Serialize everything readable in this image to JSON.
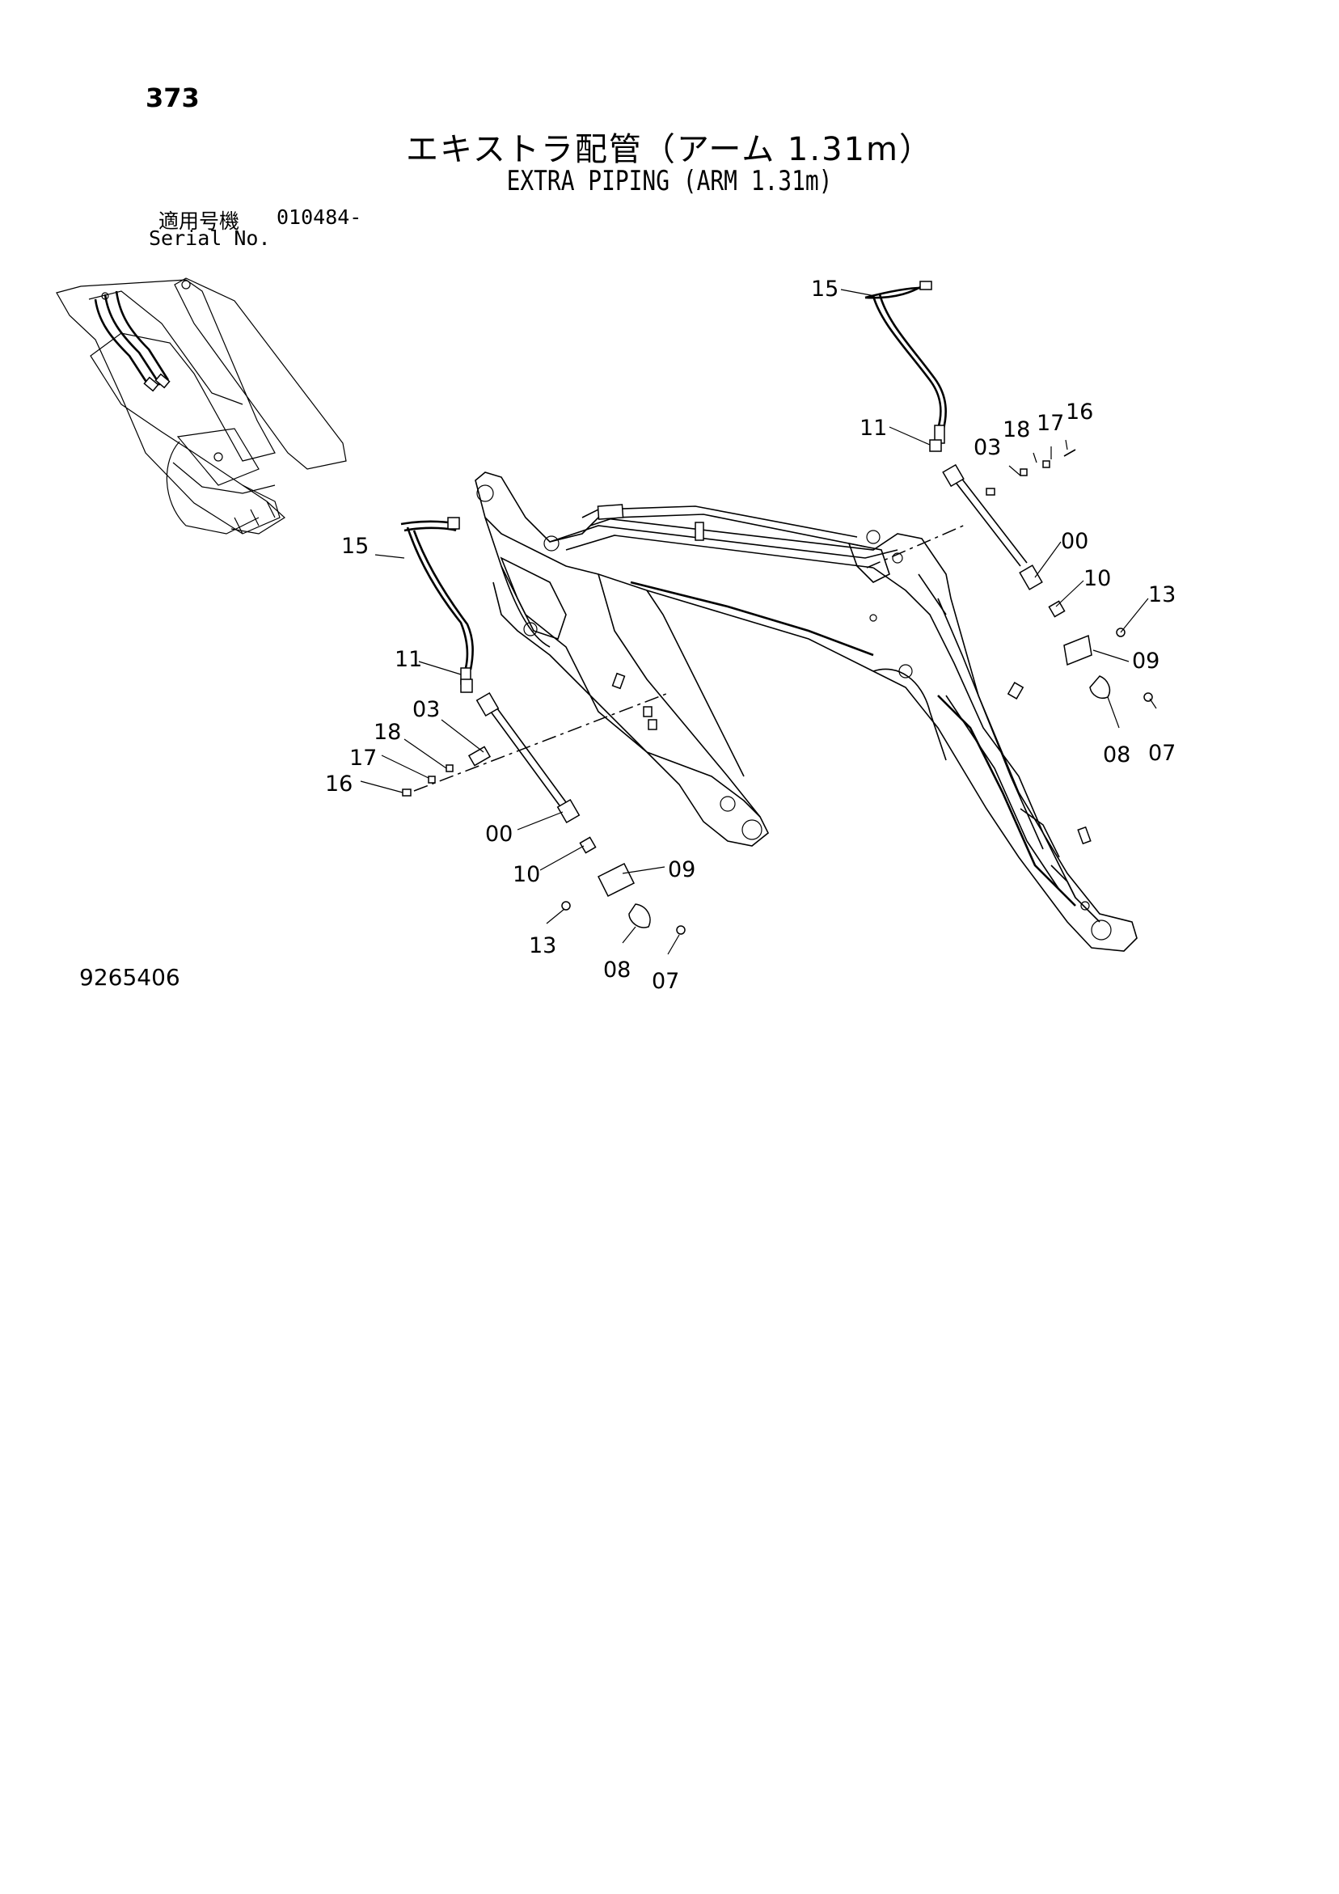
{
  "page_number": "373",
  "title_jp": "エキストラ配管（アーム 1.31m）",
  "title_en": "EXTRA PIPING (ARM 1.31m)",
  "serial": {
    "label_jp": "適用号機",
    "value": "010484-",
    "label_en": "Serial No."
  },
  "drawing_number": "9265406",
  "callouts": {
    "r15": "15",
    "r11": "11",
    "r18": "18",
    "r17": "17",
    "r16": "16",
    "r03": "03",
    "r00": "00",
    "r10": "10",
    "r13": "13",
    "r09": "09",
    "r08": "08",
    "r07": "07",
    "l15": "15",
    "l11": "11",
    "l03": "03",
    "l18": "18",
    "l17": "17",
    "l16": "16",
    "l00": "00",
    "l10": "10",
    "l09": "09",
    "l13": "13",
    "l08": "08",
    "l07": "07"
  }
}
